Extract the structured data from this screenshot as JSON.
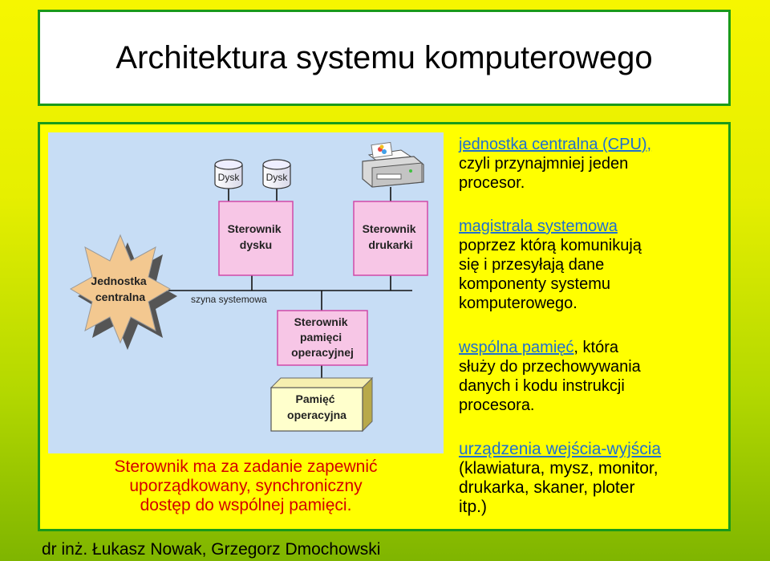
{
  "title": "Architektura systemu komputerowego",
  "diagram": {
    "disk1": "Dysk",
    "disk2": "Dysk",
    "disk_controller": [
      "Sterownik",
      "dysku"
    ],
    "printer_controller": [
      "Sterownik",
      "drukarki"
    ],
    "cpu": [
      "Jednostka",
      "centralna"
    ],
    "bus_label": "szyna systemowa",
    "memory_controller": [
      "Sterownik",
      "pamięci",
      "operacyjnej"
    ],
    "memory": [
      "Pamięć",
      "operacyjna"
    ]
  },
  "caption": [
    "Sterownik ma za zadanie zapewnić",
    "uporządkowany, synchroniczny",
    "dostęp do wspólnej pamięci."
  ],
  "right_texts": [
    {
      "keyword": "jednostka centralna (CPU),",
      "rest": [
        "czyli przynajmniej jeden",
        "procesor."
      ]
    },
    {
      "keyword": "magistrala systemowa",
      "rest": [
        "poprzez którą komunikują",
        "się i przesyłają dane",
        "komponenty systemu",
        "komputerowego."
      ]
    },
    {
      "keyword": "wspólna pamięć",
      "suffix": ", która",
      "rest": [
        "służy do przechowywania",
        "danych i kodu instrukcji",
        "procesora."
      ]
    },
    {
      "keyword": "urządzenia wejścia-wyjścia",
      "rest": [
        "(klawiatura, mysz, monitor,",
        "drukarka, skaner, ploter",
        "itp.)"
      ]
    }
  ],
  "footer": "dr inż. Łukasz Nowak, Grzegorz Dmochowski",
  "colors": {
    "accent_border": "#1a9a1a",
    "keyword": "#1f6fd0",
    "caption": "#d40000",
    "controller_fill": "#f7c6e6",
    "controller_border": "#d04aa8",
    "memory_fill": "#ffffcc",
    "cpu_star": "#f3c890"
  }
}
